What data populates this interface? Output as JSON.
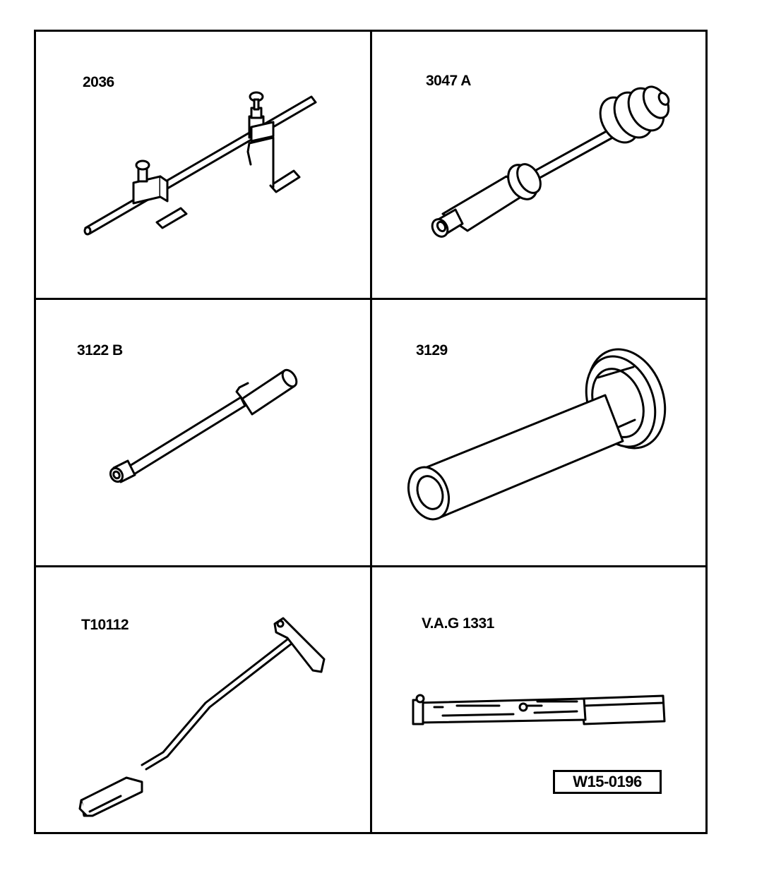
{
  "tools": [
    {
      "part_number": "2036",
      "icon": "adjustable-bar-tool-icon"
    },
    {
      "part_number": "3047 A",
      "icon": "slide-hammer-puller-icon"
    },
    {
      "part_number": "3122 B",
      "icon": "socket-extension-icon"
    },
    {
      "part_number": "3129",
      "icon": "tube-drift-sleeve-icon"
    },
    {
      "part_number": "T10112",
      "icon": "t-handle-hook-tool-icon"
    },
    {
      "part_number": "V.A.G 1331",
      "icon": "torque-wrench-icon"
    }
  ],
  "figure_code": "W15-0196"
}
